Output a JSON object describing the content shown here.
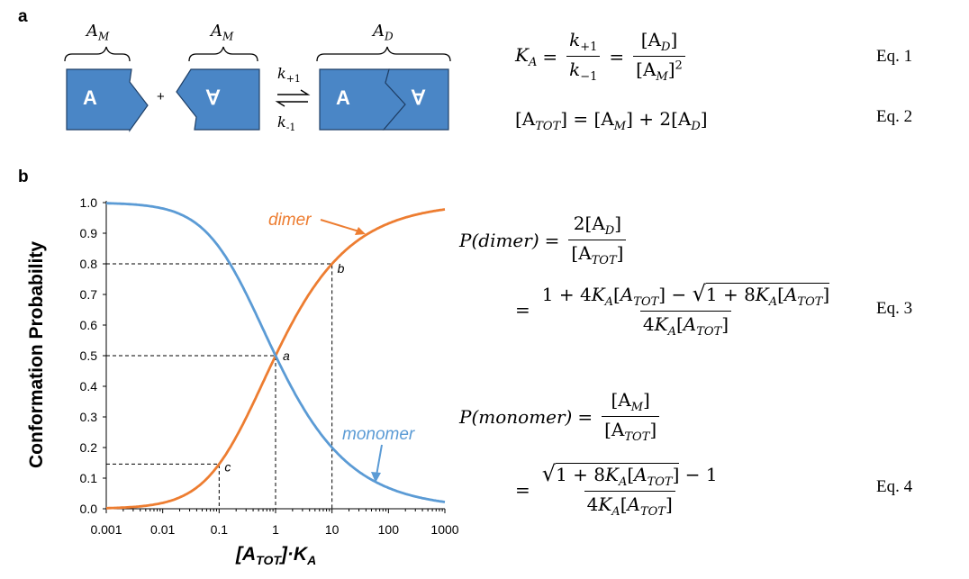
{
  "panel_a": {
    "label": "a",
    "brace_monomer_1": "A",
    "brace_monomer_1_sub": "M",
    "brace_monomer_2": "A",
    "brace_monomer_2_sub": "M",
    "brace_dimer": "A",
    "brace_dimer_sub": "D",
    "block_letter_left": "A",
    "block_letter_right": "∀",
    "dimer_letter_left": "A",
    "dimer_letter_right": "∀",
    "plus": "+",
    "k_forward": "k",
    "k_forward_sub": "+1",
    "k_reverse": "k",
    "k_reverse_sub": "-1",
    "block_color": "#4a86c6"
  },
  "equations": {
    "eq1": {
      "ka": "K",
      "ka_sub": "A",
      "kf": "k",
      "kf_sub": "+1",
      "kr": "k",
      "kr_sub": "−1",
      "ad": "[A",
      "ad_sub": "D",
      "am": "[A",
      "am_sub": "M",
      "label": "Eq. 1"
    },
    "eq2": {
      "lhs": "[A",
      "lhs_sub": "TOT",
      "rhs1": "[A",
      "rhs1_sub": "M",
      "rhs2": "2[A",
      "rhs2_sub": "D",
      "label": "Eq. 2"
    },
    "eq3": {
      "lhs": "P(dimer)",
      "num1": "2[A",
      "num1_sub": "D",
      "den1": "[A",
      "den1_sub": "TOT",
      "label": "Eq. 3"
    },
    "eq4": {
      "lhs": "P(monomer)",
      "num1": "[A",
      "num1_sub": "M",
      "den1": "[A",
      "den1_sub": "TOT",
      "label": "Eq. 4"
    }
  },
  "panel_b": {
    "label": "b"
  },
  "chart_data": {
    "type": "line",
    "x_scale": "log",
    "xlim": [
      0.001,
      1000
    ],
    "ylim": [
      0,
      1
    ],
    "x_ticks": [
      "0.001",
      "0.01",
      "0.1",
      "1",
      "10",
      "100",
      "1000"
    ],
    "y_ticks": [
      "0.0",
      "0.1",
      "0.2",
      "0.3",
      "0.4",
      "0.5",
      "0.6",
      "0.7",
      "0.8",
      "0.9",
      "1.0"
    ],
    "xlabel_main": "[A",
    "xlabel_sub": "TOT",
    "xlabel_tail": "]·K",
    "xlabel_sub2": "A",
    "ylabel": "Conformation Probability",
    "series": [
      {
        "name": "dimer",
        "color": "#ed7d31",
        "x": [
          0.001,
          0.01,
          0.1,
          1,
          10,
          100,
          1000
        ],
        "y": [
          0.002,
          0.019,
          0.146,
          0.5,
          0.8,
          0.932,
          0.978
        ]
      },
      {
        "name": "monomer",
        "color": "#5b9bd5",
        "x": [
          0.001,
          0.01,
          0.1,
          1,
          10,
          100,
          1000
        ],
        "y": [
          0.998,
          0.981,
          0.854,
          0.5,
          0.2,
          0.068,
          0.022
        ]
      }
    ],
    "annotations": [
      {
        "label": "a",
        "x": 1,
        "y": 0.5
      },
      {
        "label": "b",
        "x": 10,
        "y": 0.8
      },
      {
        "label": "c",
        "x": 0.1,
        "y": 0.146
      }
    ],
    "grid": false,
    "legend": "inline labels"
  }
}
